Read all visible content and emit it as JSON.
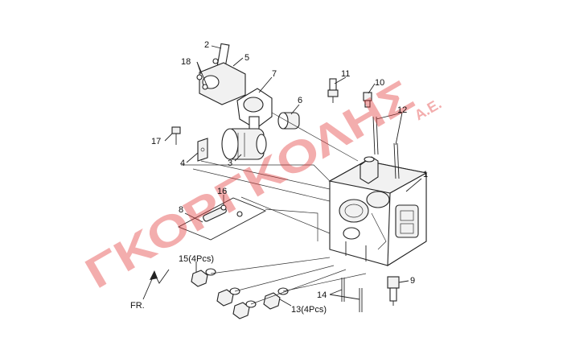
{
  "watermark": {
    "text": "ΓΚΟΡΓΚΟΛΗΣ",
    "suffix": "Α.Ε.",
    "color": "#e23b3b"
  },
  "direction_label": "FR.",
  "callouts": {
    "c1": "1",
    "c2": "2",
    "c3": "3",
    "c4": "4",
    "c5": "5",
    "c6": "6",
    "c7": "7",
    "c8": "8",
    "c9": "9",
    "c10": "10",
    "c11": "11",
    "c12": "12",
    "c13": "13(4Pcs)",
    "c14": "14",
    "c15": "15(4Pcs)",
    "c16": "16",
    "c17": "17",
    "c18": "18"
  }
}
